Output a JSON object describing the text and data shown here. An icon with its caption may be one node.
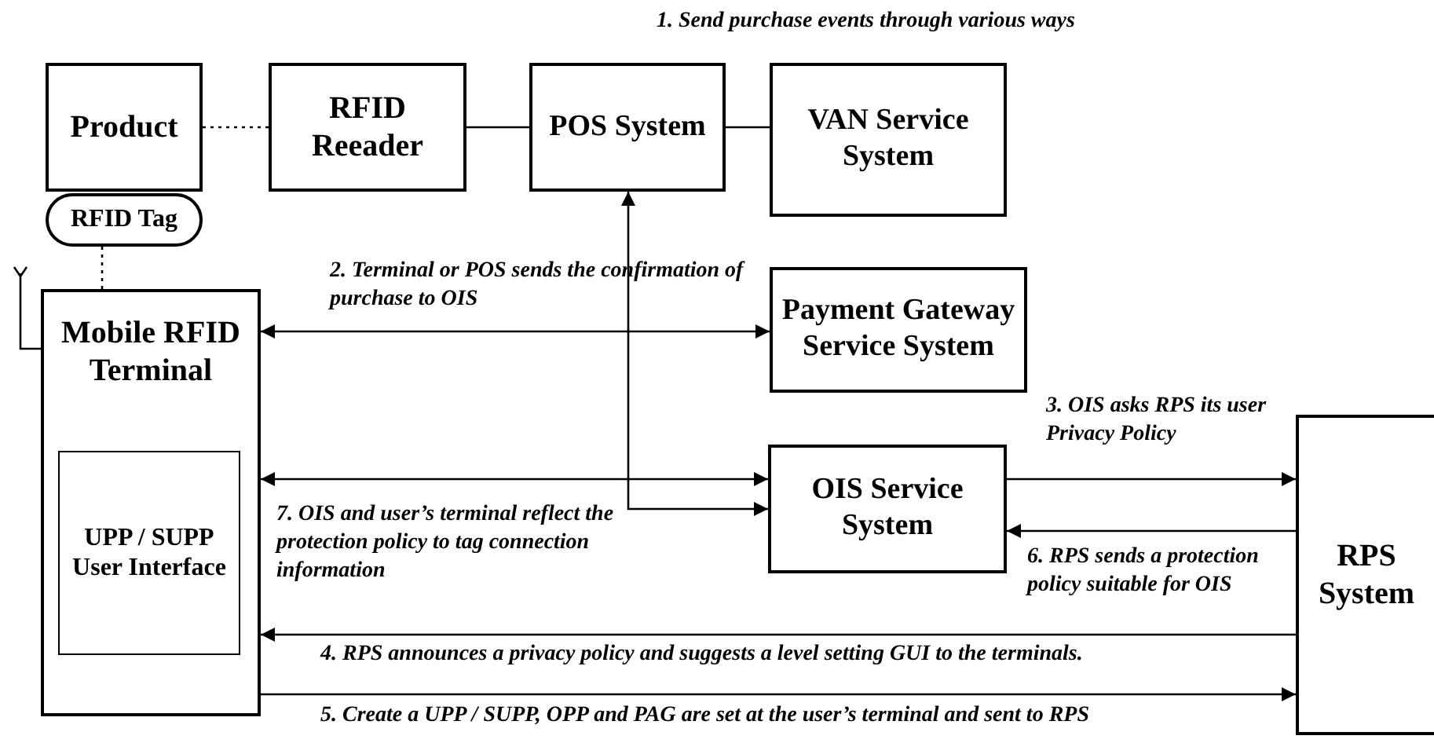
{
  "diagram": {
    "title": "1. Send purchase events through various ways",
    "nodes": [
      {
        "text": [
          "Product"
        ]
      },
      {
        "text": [
          "RFID Reeader"
        ]
      },
      {
        "text": [
          "POS System"
        ]
      },
      {
        "text": [
          "VAN Service System"
        ]
      },
      {
        "text": [
          "RFID  Tag"
        ]
      },
      {
        "text": [
          "Mobile RFID Terminal"
        ]
      },
      {
        "text": [
          "UPP / SUPP User Interface"
        ],
        "in": 5
      },
      {
        "text": [
          "Payment Gateway Service System"
        ]
      },
      {
        "text": [
          "OIS Service System"
        ]
      },
      {
        "text": [
          "RPS System"
        ]
      }
    ],
    "edges": [
      {
        "from": 0,
        "to": 1,
        "arrow": "none",
        "style": "dashed"
      },
      {
        "from": 1,
        "to": 2,
        "arrow": "none"
      },
      {
        "from": 2,
        "to": 3,
        "arrow": "none"
      },
      {
        "from": 4,
        "to": 5,
        "arrow": "none",
        "style": "dashed"
      },
      {
        "from": 5,
        "to": 7,
        "arrow": "both",
        "label": "2. Terminal or POS sends the confirmation of purchase to OIS"
      },
      {
        "from": 5,
        "to": 8,
        "arrow": "both",
        "label": "7. OIS and user’s terminal reflect the protection policy to tag connection information"
      },
      {
        "from": 2,
        "to": 8,
        "arrow": "both"
      },
      {
        "from": 8,
        "to": 9,
        "arrow": "to",
        "label": "3. OIS asks RPS its user Privacy Policy"
      },
      {
        "from": 9,
        "to": 8,
        "arrow": "to",
        "label": "6. RPS sends a protection policy suitable for OIS"
      },
      {
        "from": 9,
        "to": 5,
        "arrow": "to",
        "label": "4. RPS announces a privacy policy and suggests a level setting GUI to the terminals."
      },
      {
        "from": 5,
        "to": 9,
        "arrow": "to",
        "label": "5. Create a UPP / SUPP, OPP and PAG are set at the user’s terminal and sent to RPS"
      }
    ]
  }
}
